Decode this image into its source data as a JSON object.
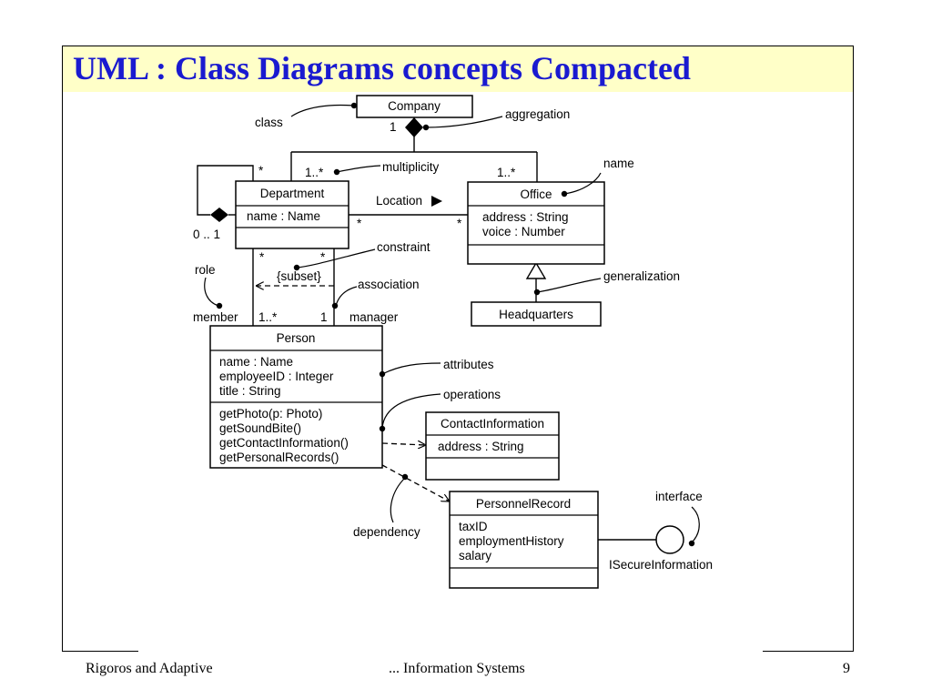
{
  "slide": {
    "title": "UML : Class Diagrams concepts Compacted",
    "footer_left": "Rigoros and Adaptive",
    "footer_center": "... Information Systems",
    "page_number": "9"
  },
  "diagram": {
    "classes": {
      "company": {
        "name": "Company"
      },
      "department": {
        "name": "Department",
        "attributes": [
          "name : Name"
        ]
      },
      "office": {
        "name": "Office",
        "attributes": [
          "address : String",
          "voice : Number"
        ]
      },
      "headquarters": {
        "name": "Headquarters"
      },
      "person": {
        "name": "Person",
        "attributes": [
          "name : Name",
          "employeeID : Integer",
          "title : String"
        ],
        "operations": [
          "getPhoto(p: Photo)",
          "getSoundBite()",
          "getContactInformation()",
          "getPersonalRecords()"
        ]
      },
      "contact_information": {
        "name": "ContactInformation",
        "attributes": [
          "address : String"
        ]
      },
      "personnel_record": {
        "name": "PersonnelRecord",
        "attributes": [
          "taxID",
          "employmentHistory",
          "salary"
        ]
      }
    },
    "interface_name": "ISecureInformation",
    "callouts": {
      "class": "class",
      "aggregation": "aggregation",
      "multiplicity": "multiplicity",
      "name": "name",
      "constraint": "constraint",
      "association": "association",
      "role": "role",
      "generalization": "generalization",
      "attributes": "attributes",
      "operations": "operations",
      "dependency": "dependency",
      "interface": "interface"
    },
    "labels": {
      "association_name": "Location",
      "constraint_text": "{subset}",
      "role_member": "member",
      "role_manager": "manager",
      "mult_company": "1",
      "mult_dept_top": "1..*",
      "mult_office_top": "1..*",
      "mult_self_star": "*",
      "mult_self_zero_one": "0 .. 1",
      "mult_dept_loc": "*",
      "mult_office_loc": "*",
      "mult_dept_left": "*",
      "mult_dept_right": "*",
      "mult_member": "1..*",
      "mult_manager": "1"
    }
  }
}
